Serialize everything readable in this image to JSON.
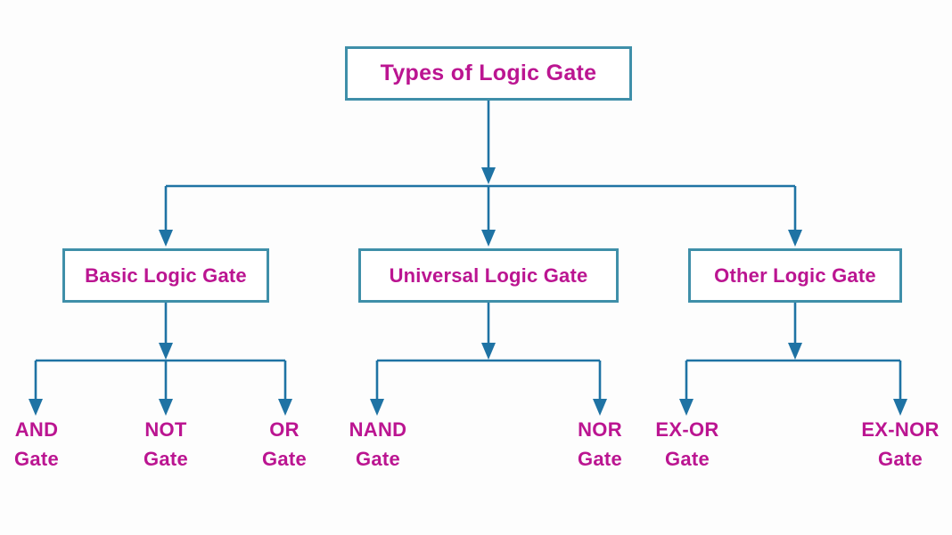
{
  "diagram": {
    "title": "Types of Logic Gate",
    "root": {
      "label": "Types of Logic Gate"
    },
    "categories": [
      {
        "label": "Basic Logic Gate",
        "children": [
          {
            "line1": "AND",
            "line2": "Gate"
          },
          {
            "line1": "NOT",
            "line2": "Gate"
          },
          {
            "line1": "OR",
            "line2": "Gate"
          }
        ]
      },
      {
        "label": "Universal Logic Gate",
        "children": [
          {
            "line1": "NAND",
            "line2": "Gate"
          },
          {
            "line1": "NOR",
            "line2": "Gate"
          }
        ]
      },
      {
        "label": "Other Logic Gate",
        "children": [
          {
            "line1": "EX-OR",
            "line2": "Gate"
          },
          {
            "line1": "EX-NOR",
            "line2": "Gate"
          }
        ]
      }
    ],
    "colors": {
      "background": "#fdfdfd",
      "connector": "#1f73a4",
      "box_border": "#3f8fa9",
      "text": "#bb1591"
    }
  }
}
